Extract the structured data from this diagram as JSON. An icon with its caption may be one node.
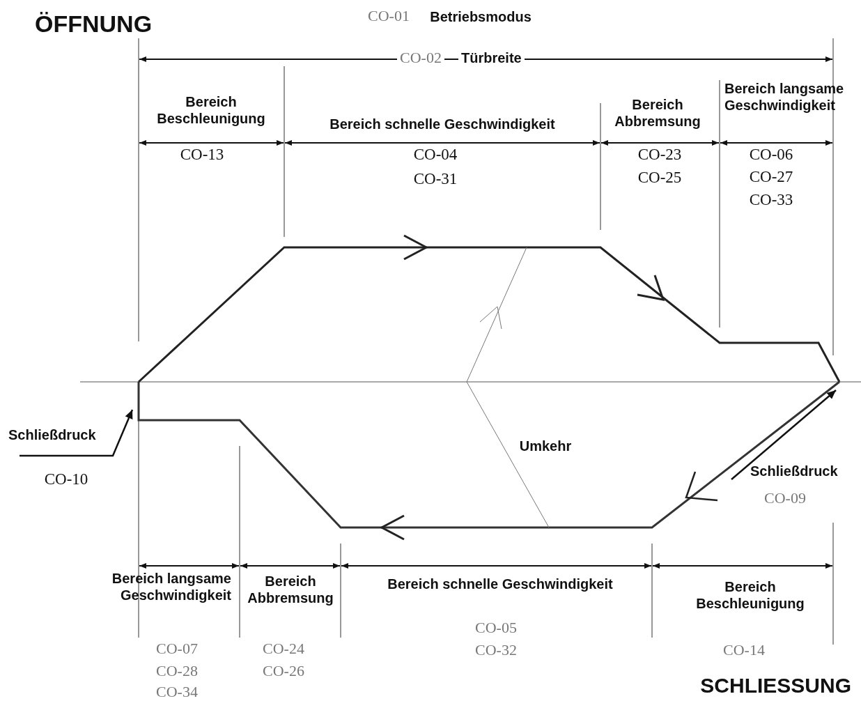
{
  "diagram": {
    "nodes": [
      {
        "text": [
          "Schließdruck"
        ],
        "beside": [
          "CO-10"
        ]
      },
      {
        "text": [
          "Schließdruck"
        ],
        "beside": [
          "CO-09"
        ]
      }
    ],
    "edges": [
      {
        "from": 0,
        "to": null,
        "arrow": "to"
      },
      {
        "from": 1,
        "to": null,
        "arrow": "to"
      }
    ],
    "labels": [
      "ÖFFNUNG",
      "CO-01",
      "Betriebsmodus",
      "CO-02",
      "Türbreite",
      "Bereich Beschleunigung",
      "Bereich schnelle Geschwindigkeit",
      "Bereich Abbremsung",
      "Bereich langsame Geschwindigkeit",
      "CO-13",
      "CO-04",
      "CO-23",
      "CO-06",
      "CO-31",
      "CO-25",
      "CO-27",
      "CO-33",
      "Umkehr",
      "Bereich langsame Geschwindigkeit",
      "Bereich Abbremsung",
      "Bereich schnelle Geschwindigkeit",
      "Bereich Beschleunigung",
      "CO-05",
      "CO-07",
      "CO-24",
      "CO-32",
      "CO-14",
      "CO-28",
      "CO-26",
      "CO-34",
      "SCHLIESSUNG"
    ]
  }
}
